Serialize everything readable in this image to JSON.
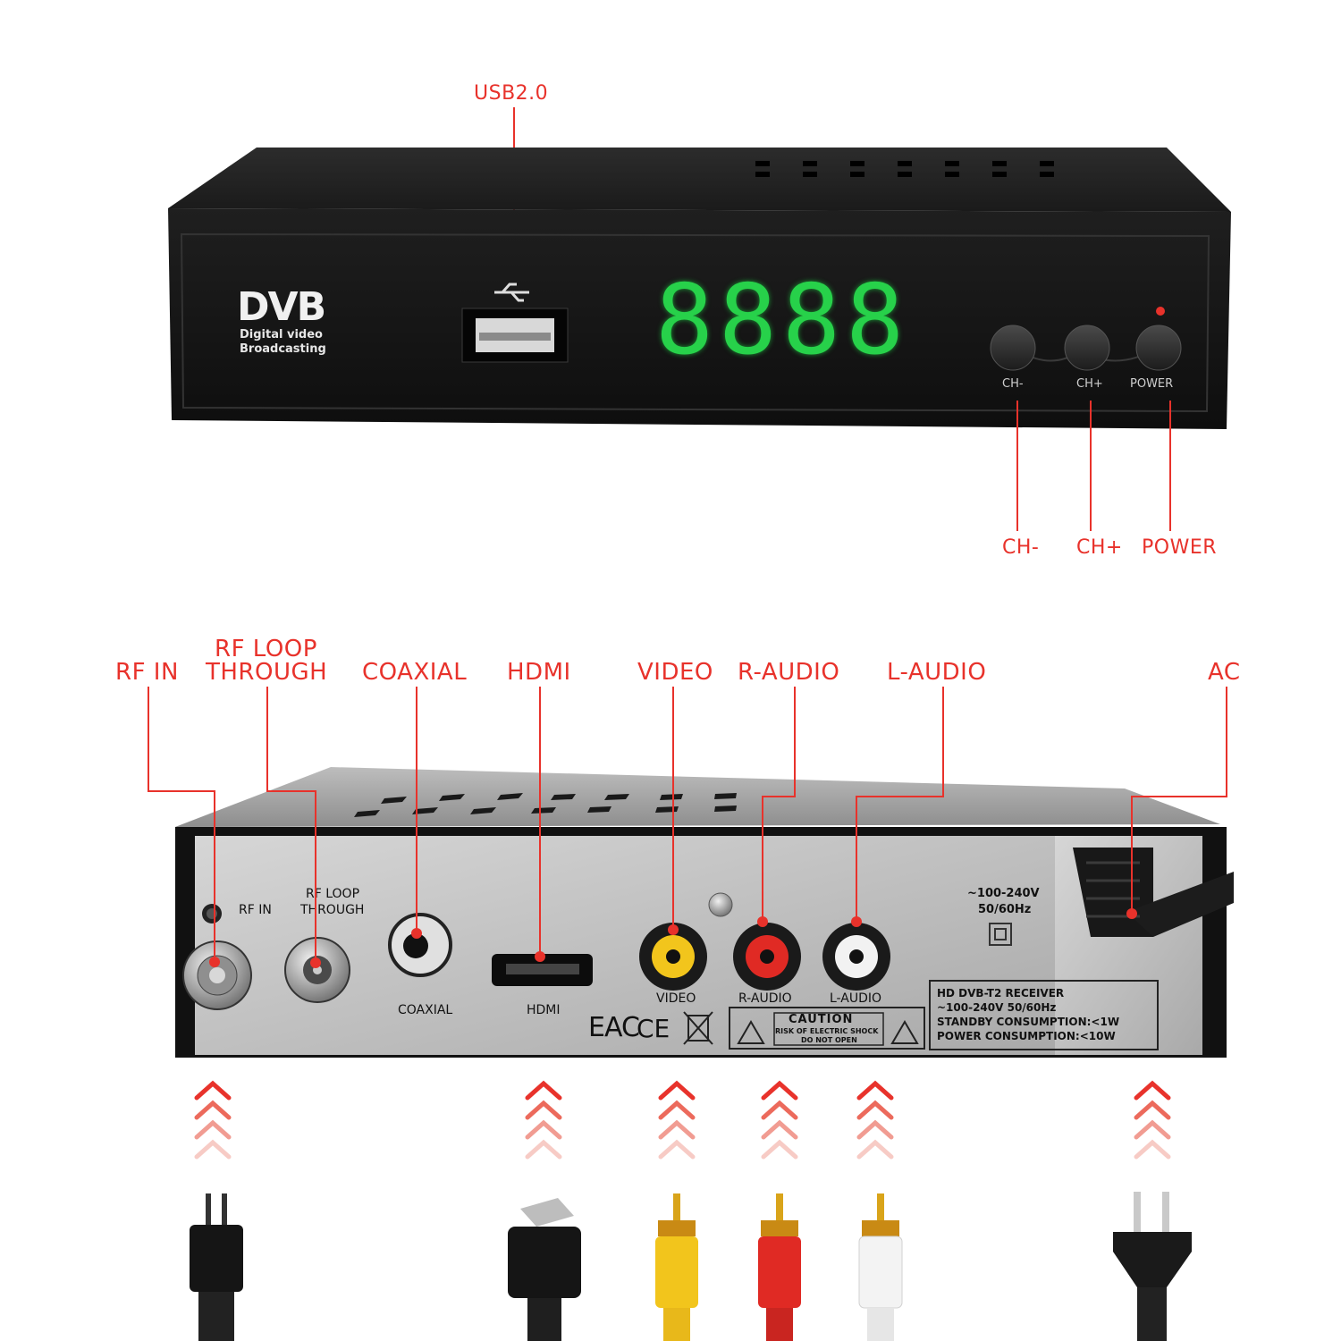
{
  "front": {
    "callouts": {
      "usb": "USB2.0",
      "ch_minus": "CH-",
      "ch_plus": "CH+",
      "power": "POWER"
    },
    "logo": {
      "mark": "DVB",
      "line1": "Digital video",
      "line2": "Broadcasting"
    },
    "display_digits": "8888",
    "buttons": [
      "CH-",
      "CH+",
      "POWER"
    ],
    "display_color": "#27d14a",
    "indicator_color": "#e8322b"
  },
  "rear": {
    "callouts": {
      "rf_in": "RF IN",
      "rf_loop_1": "RF LOOP",
      "rf_loop_2": "THROUGH",
      "coaxial": "COAXIAL",
      "hdmi": "HDMI",
      "video": "VIDEO",
      "r_audio": "R-AUDIO",
      "l_audio": "L-AUDIO",
      "ac": "AC"
    },
    "panel_labels": {
      "rf_in": "RF IN",
      "rf_loop_1": "RF LOOP",
      "rf_loop_2": "THROUGH",
      "coaxial": "COAXIAL",
      "hdmi": "HDMI",
      "video": "VIDEO",
      "r_audio": "R-AUDIO",
      "l_audio": "L-AUDIO",
      "voltage_1": "~100-240V",
      "voltage_2": "50/60Hz"
    },
    "certifications": {
      "eac": "EAC",
      "ce": "CE"
    },
    "caution": {
      "title": "CAUTION",
      "line1": "RISK OF ELECTRIC SHOCK",
      "line2": "DO NOT OPEN"
    },
    "spec_box": {
      "line1": "HD DVB-T2 RECEIVER",
      "line2": "~100-240V 50/60Hz",
      "line3": "STANDBY CONSUMPTION:<1W",
      "line4": "POWER CONSUMPTION:<10W"
    },
    "connector_colors": {
      "video": "#f2c51c",
      "r_audio": "#e02a24",
      "l_audio": "#f2f2f2"
    }
  },
  "cables": [
    "rf-plug",
    "hdmi-plug",
    "rca-yellow",
    "rca-red",
    "rca-white",
    "eu-power-plug"
  ],
  "colors": {
    "accent": "#e8322b",
    "device": "#1b1b1b",
    "panel": "#c9c9c9"
  }
}
